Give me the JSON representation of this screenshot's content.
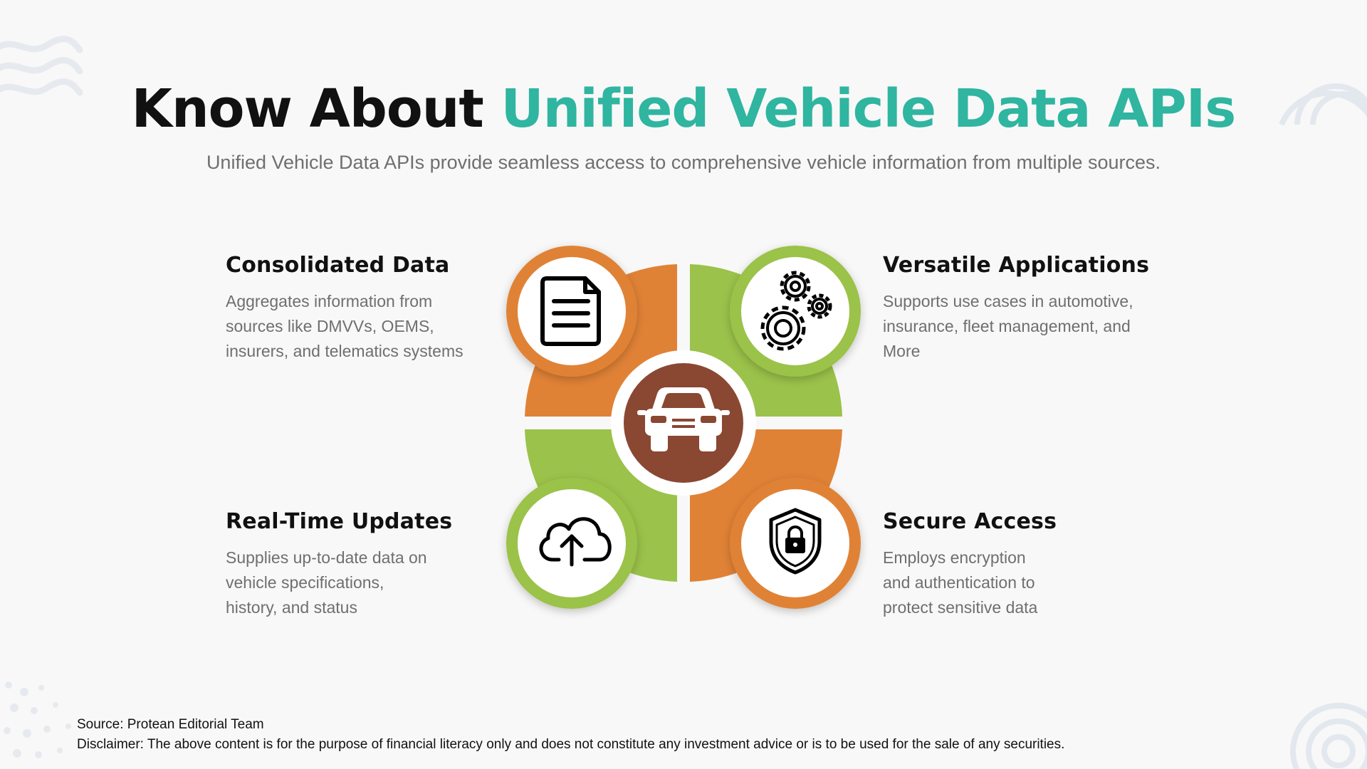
{
  "header": {
    "title_prefix": "Know About ",
    "title_highlight": "Unified Vehicle Data APIs",
    "subtitle": "Unified Vehicle Data APIs provide seamless access to comprehensive vehicle information from multiple sources."
  },
  "features": [
    {
      "title": "Consolidated Data",
      "lines": [
        "Aggregates information from",
        "sources like DMVVs, OEMS,",
        "insurers, and telematics systems"
      ],
      "icon": "document-icon",
      "color": "#e08236"
    },
    {
      "title": "Versatile Applications",
      "lines": [
        "Supports use cases in automotive,",
        "insurance, fleet management, and",
        "More"
      ],
      "icon": "gears-icon",
      "color": "#9bc24a"
    },
    {
      "title": "Real-Time Updates",
      "lines": [
        "Supplies up-to-date data on",
        "vehicle specifications,",
        "history, and status"
      ],
      "icon": "cloud-upload-icon",
      "color": "#9bc24a"
    },
    {
      "title": "Secure Access",
      "lines": [
        "Employs encryption",
        "and authentication to",
        "protect sensitive data"
      ],
      "icon": "shield-lock-icon",
      "color": "#e08236"
    }
  ],
  "center": {
    "icon": "car-icon",
    "color": "#8a4731"
  },
  "footer": {
    "source": "Source: Protean Editorial Team",
    "disclaimer": "Disclaimer: The above content is for the purpose of financial literacy only and does not constitute any investment advice or is to be used for the sale of any securities."
  }
}
